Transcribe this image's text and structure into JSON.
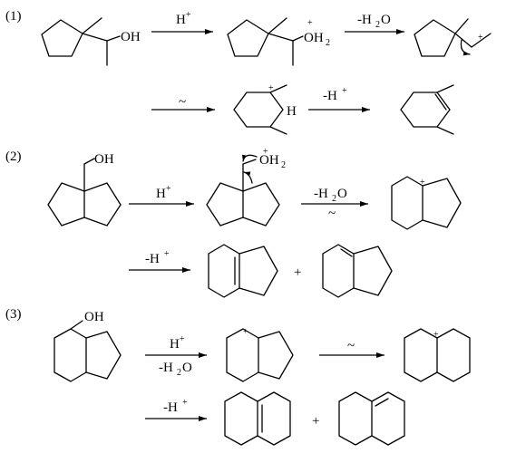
{
  "problems": [
    {
      "number": "(1)"
    },
    {
      "number": "(2)"
    },
    {
      "number": "(3)"
    }
  ],
  "labels": {
    "oh": "OH",
    "oh2": "OH",
    "sub2": "2",
    "h": "H",
    "plus": "+",
    "h_plus_main": "H",
    "minus_h2o": "-H",
    "h2o_sub": "2",
    "h2o_o": "O",
    "minus_h_plus": "-H",
    "tilde": "~",
    "add_sign": "+"
  },
  "colors": {
    "ink": "#000000",
    "background": "#ffffff"
  }
}
